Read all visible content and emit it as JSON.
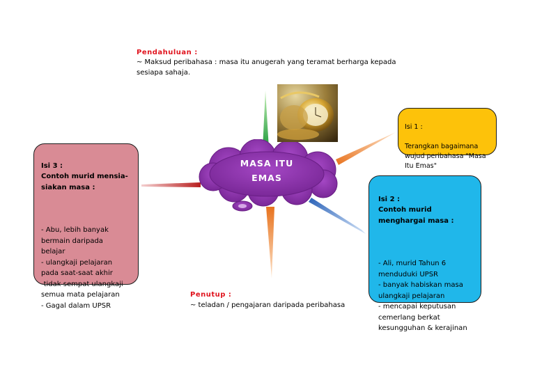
{
  "center": {
    "title": "MASA ITU\nEMAS"
  },
  "pendahuluan": {
    "label": "Pendahuluan :",
    "text": "~ Maksud peribahasa : masa itu anugerah yang teramat berharga kepada\nsesiapa sahaja."
  },
  "isi1": {
    "heading": "Isi 1 :",
    "text": "Terangkan bagaimana\nwujud peribahasa \"Masa\nItu Emas\""
  },
  "isi2": {
    "heading": "Isi 2 :\nContoh murid\nmenghargai masa :",
    "text": "- Ali, murid Tahun 6\nmenduduki UPSR\n- banyak habiskan masa\nulangkaji pelajaran\n-  mencapai keputusan\ncemerlang berkat\nkesungguhan & kerajinan"
  },
  "isi3": {
    "heading": "Isi 3 :\nContoh murid mensia-\nsiakan masa :",
    "text": "- Abu, lebih banyak\nbermain daripada\nbelajar\n- ulangkaji pelajaran\npada saat-saat akhir\n-tidak sempat ulangkaji\nsemua mata pelajaran\n- Gagal dalam UPSR"
  },
  "penutup": {
    "label": "Penutup :",
    "text": "~ teladan / pengajaran daripada peribahasa"
  },
  "colors": {
    "cloud": "#8e34b0",
    "isi1_box": "#fdc20a",
    "isi2_box": "#20b7ea",
    "isi3_box": "#d98b95",
    "label_red": "#e0141e",
    "branch_green": "#2bb24c",
    "branch_orange": "#f08a3c",
    "branch_blue": "#3a78c8",
    "branch_red": "#c9312a"
  },
  "image": {
    "subject": "gold-pocket-watch-photo"
  }
}
